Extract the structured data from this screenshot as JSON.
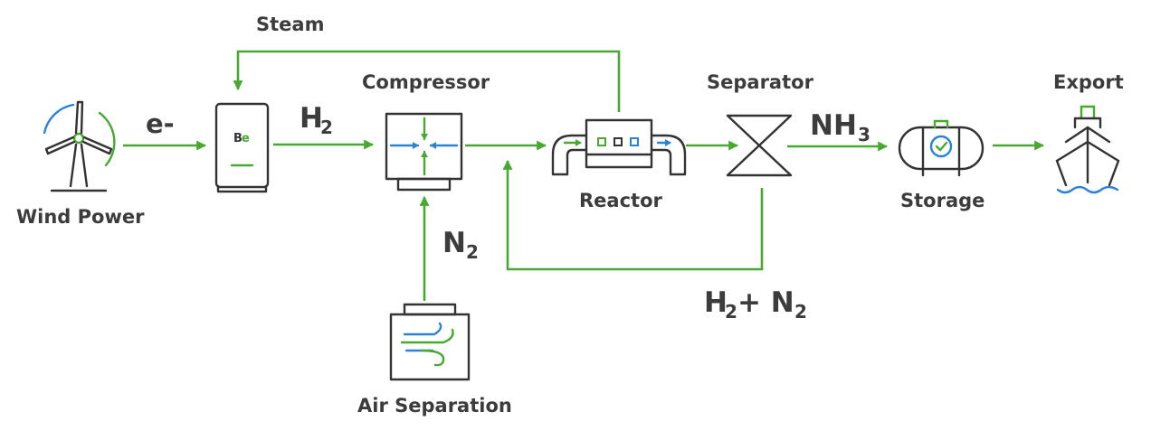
{
  "labels": {
    "steam": "Steam",
    "wind_power": "Wind Power",
    "electron": "e-",
    "h2_base": "H",
    "h2_sub": "2",
    "compressor": "Compressor",
    "n2_base": "N",
    "n2_sub": "2",
    "air_separation": "Air Separation",
    "reactor": "Reactor",
    "separator": "Separator",
    "nh3_base": "NH",
    "nh3_sub": "3",
    "recycle_h": "H",
    "recycle_h_sub": "2",
    "recycle_plus_n": "+ N",
    "recycle_n_sub": "2",
    "storage": "Storage",
    "export": "Export",
    "electrolyzer_logo_b": "B",
    "electrolyzer_logo_e": "e"
  },
  "colors": {
    "flow_green": "#47a930",
    "icon_dark": "#333333",
    "accent_blue": "#2b82d9",
    "text": "#3c3c3c"
  },
  "icons": {
    "wind_power": "wind-turbine-icon",
    "electrolyzer": "electrolyzer-icon",
    "compressor": "compressor-icon",
    "air_separation": "air-separation-icon",
    "reactor": "reactor-icon",
    "separator": "separator-icon",
    "storage": "storage-tank-icon",
    "export": "ship-icon"
  }
}
